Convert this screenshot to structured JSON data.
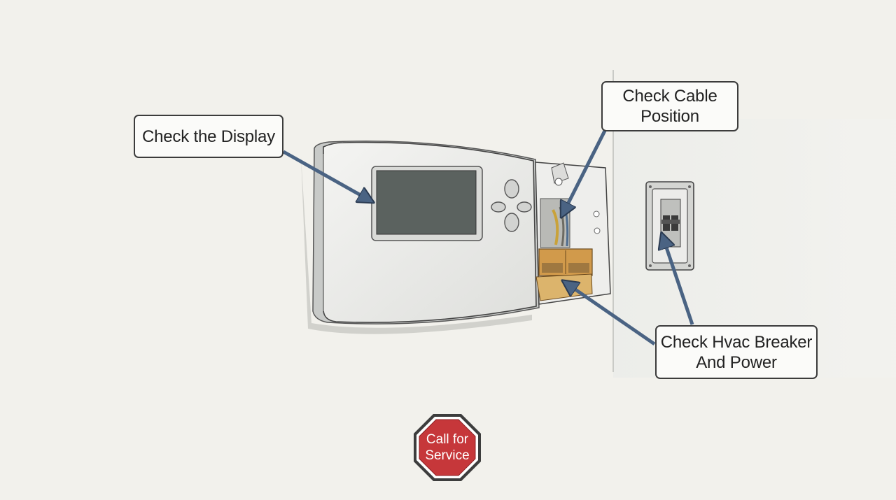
{
  "callouts": {
    "display": {
      "label": "Check the Display"
    },
    "cable": {
      "line1": "Check Cable",
      "line2": "Position"
    },
    "breaker": {
      "line1": "Check Hvac Breaker",
      "line2": "And Power"
    }
  },
  "stop_sign": {
    "line1": "Call for",
    "line2": "Service",
    "color": "#c6373a"
  },
  "colors": {
    "arrow": "#4a6383",
    "background": "#f2f1ec",
    "screen": "#5b625f"
  }
}
